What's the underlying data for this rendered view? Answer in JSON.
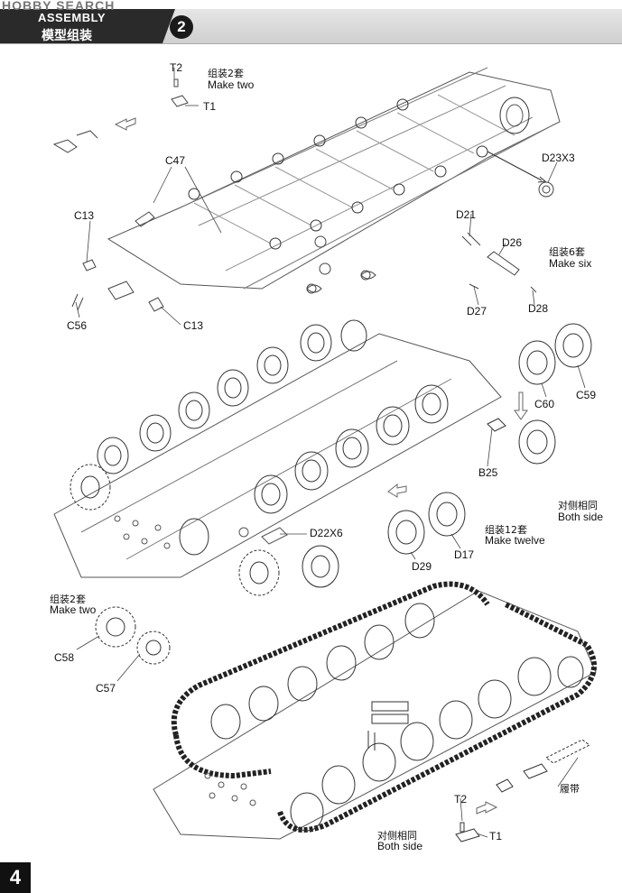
{
  "header": {
    "watermark": "HOBBY SEARCH",
    "title": "ASSEMBLY",
    "subtitle": "模型组装",
    "step_number": "2"
  },
  "page_number": "4",
  "labels": {
    "make_two_cn_1": "组装2套",
    "make_two_en_1": "Make two",
    "t2_top": "T2",
    "t1_top": "T1",
    "c47": "C47",
    "c13_left": "C13",
    "c13_bottom": "C13",
    "c56": "C56",
    "d23x3": "D23X3",
    "d21": "D21",
    "d26": "D26",
    "make_six_cn": "组装6套",
    "make_six_en": "Make six",
    "d27": "D27",
    "d28": "D28",
    "c60": "C60",
    "c59": "C59",
    "b25": "B25",
    "both_side_cn_1": "对侧相同",
    "both_side_en_1": "Both side",
    "d22x6": "D22X6",
    "make_twelve_cn": "组装12套",
    "make_twelve_en": "Make twelve",
    "d29": "D29",
    "d17": "D17",
    "make_two_cn_2": "组装2套",
    "make_two_en_2": "Make two",
    "c58": "C58",
    "c57": "C57",
    "track_cn": "履带",
    "t2_bottom": "T2",
    "t1_bottom": "T1",
    "both_side_cn_2": "对侧相同",
    "both_side_en_2": "Both side"
  }
}
